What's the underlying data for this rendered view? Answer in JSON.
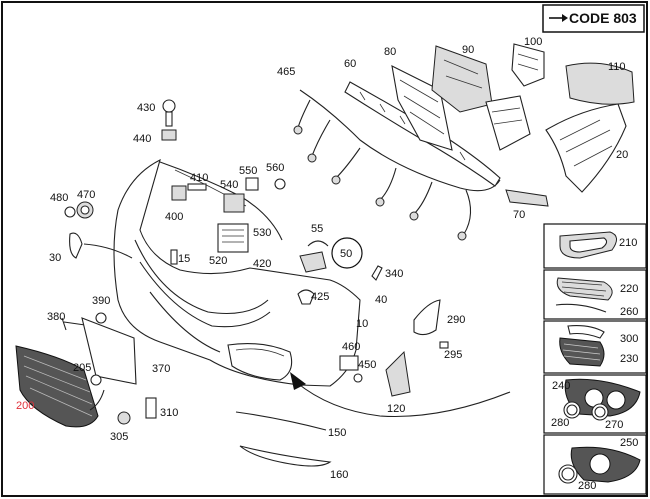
{
  "code_box": {
    "text": "CODE 803",
    "arrow_icon": "arrow-right-icon"
  },
  "highlight_color": "#e0303a",
  "callouts": [
    {
      "id": "c10",
      "text": "10"
    },
    {
      "id": "c15",
      "text": "15"
    },
    {
      "id": "c20",
      "text": "20"
    },
    {
      "id": "c30",
      "text": "30"
    },
    {
      "id": "c40",
      "text": "40"
    },
    {
      "id": "c50",
      "text": "50"
    },
    {
      "id": "c55",
      "text": "55"
    },
    {
      "id": "c60",
      "text": "60"
    },
    {
      "id": "c70",
      "text": "70"
    },
    {
      "id": "c80",
      "text": "80"
    },
    {
      "id": "c90",
      "text": "90"
    },
    {
      "id": "c100",
      "text": "100"
    },
    {
      "id": "c110",
      "text": "110"
    },
    {
      "id": "c120",
      "text": "120"
    },
    {
      "id": "c150",
      "text": "150"
    },
    {
      "id": "c160",
      "text": "160"
    },
    {
      "id": "c200",
      "text": "200",
      "highlight": true
    },
    {
      "id": "c205",
      "text": "205"
    },
    {
      "id": "c210",
      "text": "210"
    },
    {
      "id": "c220",
      "text": "220"
    },
    {
      "id": "c230",
      "text": "230"
    },
    {
      "id": "c240",
      "text": "240"
    },
    {
      "id": "c250",
      "text": "250"
    },
    {
      "id": "c260",
      "text": "260"
    },
    {
      "id": "c270",
      "text": "270"
    },
    {
      "id": "c280a",
      "text": "280"
    },
    {
      "id": "c280b",
      "text": "280"
    },
    {
      "id": "c290",
      "text": "290"
    },
    {
      "id": "c295",
      "text": "295"
    },
    {
      "id": "c300",
      "text": "300"
    },
    {
      "id": "c305",
      "text": "305"
    },
    {
      "id": "c310",
      "text": "310"
    },
    {
      "id": "c340",
      "text": "340"
    },
    {
      "id": "c370",
      "text": "370"
    },
    {
      "id": "c380",
      "text": "380"
    },
    {
      "id": "c390",
      "text": "390"
    },
    {
      "id": "c400",
      "text": "400"
    },
    {
      "id": "c410",
      "text": "410"
    },
    {
      "id": "c420",
      "text": "420"
    },
    {
      "id": "c425",
      "text": "425"
    },
    {
      "id": "c430",
      "text": "430"
    },
    {
      "id": "c440",
      "text": "440"
    },
    {
      "id": "c450",
      "text": "450"
    },
    {
      "id": "c460",
      "text": "460"
    },
    {
      "id": "c465",
      "text": "465"
    },
    {
      "id": "c470",
      "text": "470"
    },
    {
      "id": "c480",
      "text": "480"
    },
    {
      "id": "c520",
      "text": "520"
    },
    {
      "id": "c530",
      "text": "530"
    },
    {
      "id": "c540",
      "text": "540"
    },
    {
      "id": "c550",
      "text": "550"
    },
    {
      "id": "c560",
      "text": "560"
    }
  ]
}
